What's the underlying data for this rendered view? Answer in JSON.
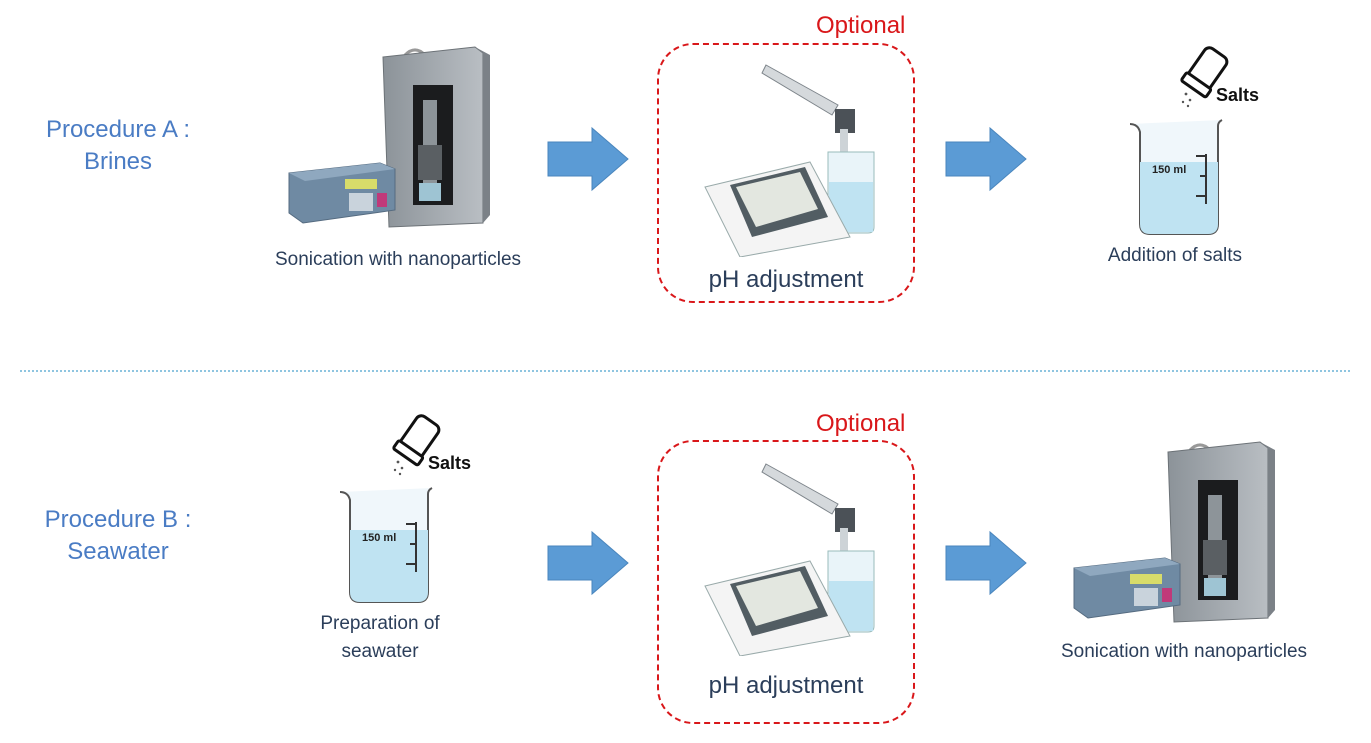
{
  "procedure_a": {
    "title_line1": "Procedure A :",
    "title_line2": "Brines",
    "step1_caption": "Sonication with nanoparticles",
    "step2_optional": "Optional",
    "step2_caption": "pH adjustment",
    "step3_salts": "Salts",
    "step3_beaker_label": "150 ml",
    "step3_caption": "Addition of salts"
  },
  "procedure_b": {
    "title_line1": "Procedure B :",
    "title_line2": "Seawater",
    "step1_salts": "Salts",
    "step1_beaker_label": "150 ml",
    "step1_caption_line1": "Preparation of",
    "step1_caption_line2": "seawater",
    "step2_optional": "Optional",
    "step2_caption": "pH adjustment",
    "step3_caption": "Sonication with nanoparticles"
  },
  "colors": {
    "arrow": "#5b9bd5",
    "optional_border": "#d9171a",
    "title": "#4a7cc4",
    "caption": "#2b3e5a",
    "divider": "#8fc5e0",
    "water": "#bfe3f2"
  },
  "icons": [
    "sonicator-icon",
    "ph-meter-icon",
    "beaker-icon",
    "salt-shaker-icon",
    "arrow-right-icon"
  ]
}
